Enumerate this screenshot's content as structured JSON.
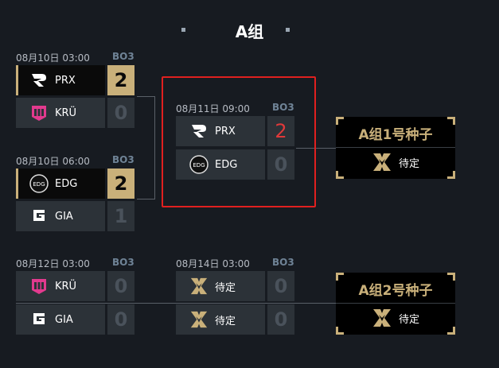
{
  "header": {
    "title": "A组"
  },
  "matches": [
    {
      "date": "08月10日 03:00",
      "format": "BO3",
      "teams": [
        {
          "name": "PRX",
          "score": "2"
        },
        {
          "name": "KRÜ",
          "score": "0"
        }
      ]
    },
    {
      "date": "08月10日 06:00",
      "format": "BO3",
      "teams": [
        {
          "name": "EDG",
          "score": "2"
        },
        {
          "name": "GIA",
          "score": "1"
        }
      ]
    },
    {
      "date": "08月11日 09:00",
      "format": "BO3",
      "teams": [
        {
          "name": "PRX",
          "score": "2"
        },
        {
          "name": "EDG",
          "score": "0"
        }
      ]
    },
    {
      "date": "08月12日 03:00",
      "format": "BO3",
      "teams": [
        {
          "name": "KRÜ",
          "score": "0"
        },
        {
          "name": "GIA",
          "score": "0"
        }
      ]
    },
    {
      "date": "08月14日 03:00",
      "format": "BO3",
      "teams": [
        {
          "name": "待定",
          "score": "0"
        },
        {
          "name": "待定",
          "score": "0"
        }
      ]
    }
  ],
  "seeds": [
    {
      "title": "A组1号种子",
      "team": "待定"
    },
    {
      "title": "A组2号种子",
      "team": "待定"
    }
  ],
  "colors": {
    "gold": "#c9b07a",
    "background": "#171b21",
    "highlight": "#e0201f"
  }
}
